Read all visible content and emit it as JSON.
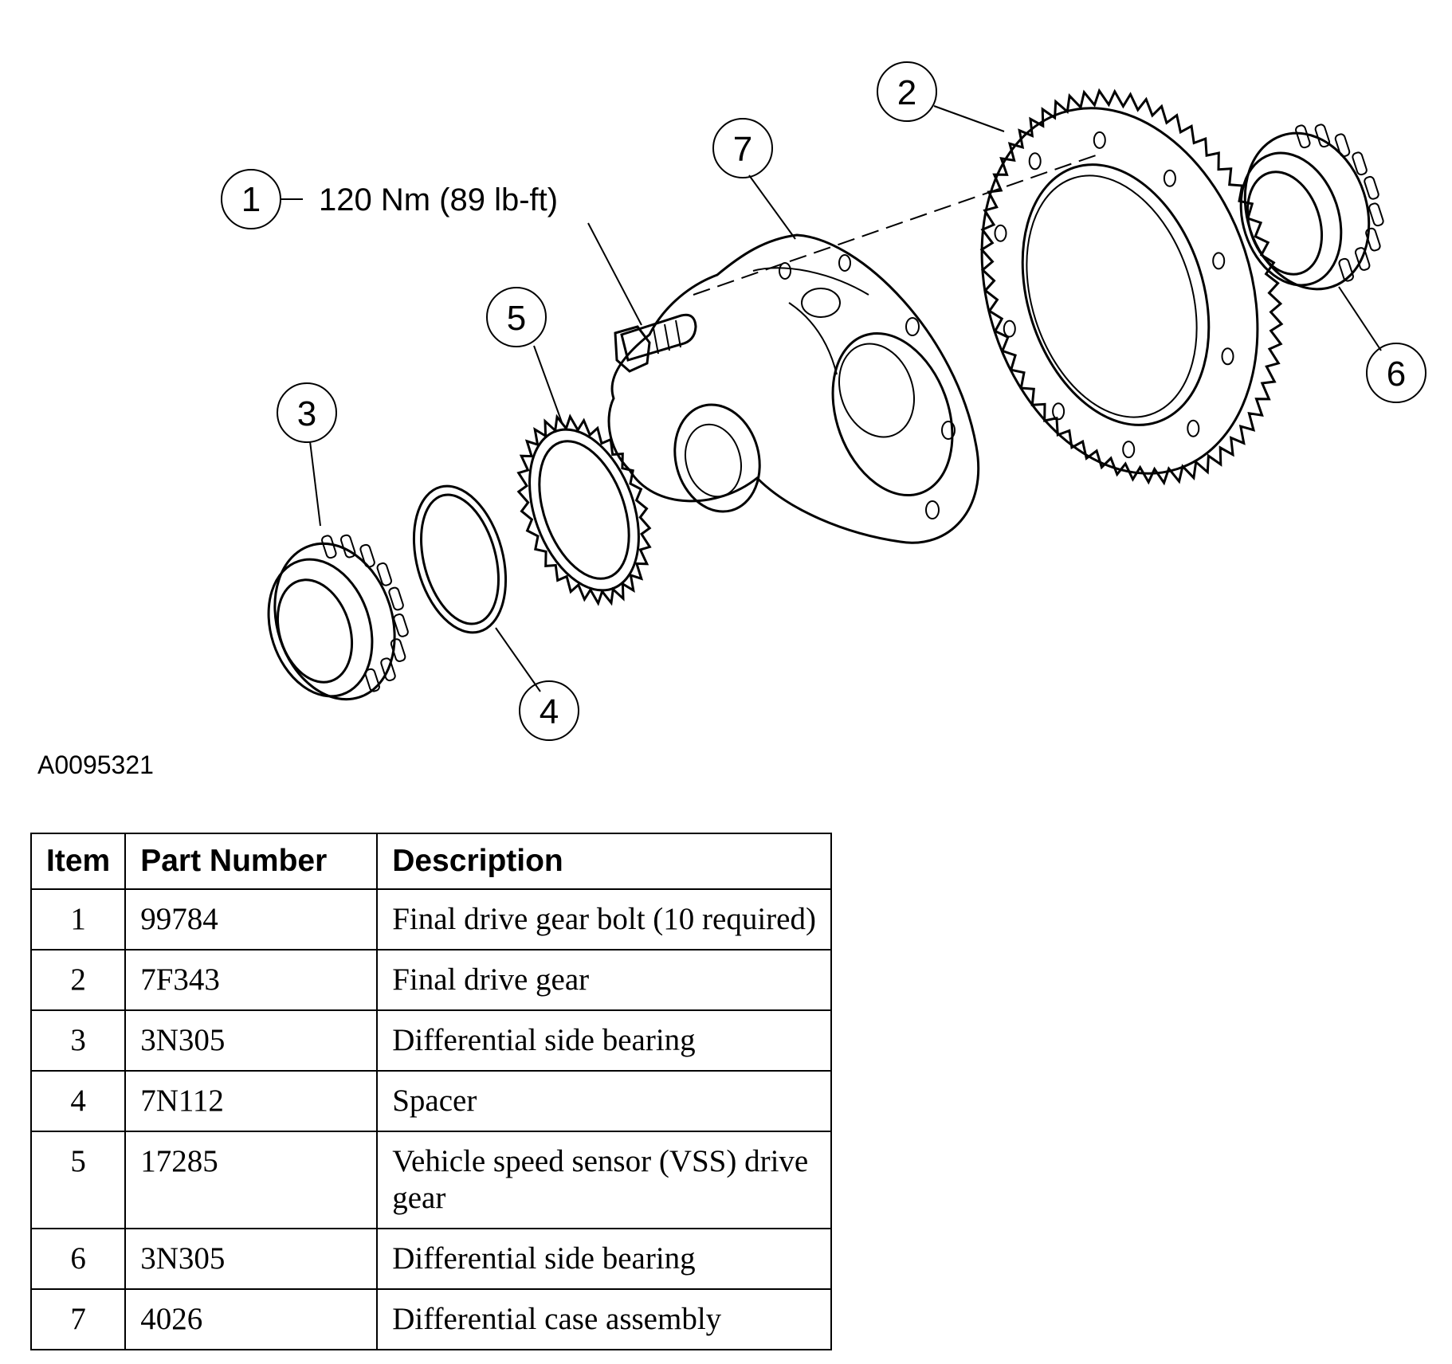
{
  "diagram": {
    "callouts": [
      "1",
      "2",
      "3",
      "4",
      "5",
      "6",
      "7"
    ],
    "torque_spec": "120 Nm (89 lb-ft)",
    "figure_id": "A0095321"
  },
  "table": {
    "headers": [
      "Item",
      "Part Number",
      "Description"
    ],
    "rows": [
      {
        "item": "1",
        "part_number": "99784",
        "description": "Final drive gear bolt (10 required)"
      },
      {
        "item": "2",
        "part_number": "7F343",
        "description": "Final drive gear"
      },
      {
        "item": "3",
        "part_number": "3N305",
        "description": "Differential side bearing"
      },
      {
        "item": "4",
        "part_number": "7N112",
        "description": "Spacer"
      },
      {
        "item": "5",
        "part_number": "17285",
        "description": "Vehicle speed sensor (VSS) drive gear"
      },
      {
        "item": "6",
        "part_number": "3N305",
        "description": "Differential side bearing"
      },
      {
        "item": "7",
        "part_number": "4026",
        "description": "Differential case assembly"
      }
    ]
  }
}
